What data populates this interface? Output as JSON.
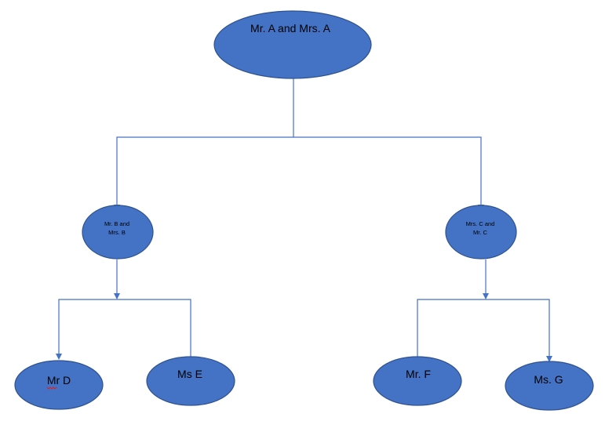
{
  "diagram": {
    "colors": {
      "node_fill": "#4472c4",
      "node_border": "#2f528f",
      "connector": "#4472c4",
      "label": "#000000"
    },
    "nodes": {
      "root": {
        "label": "Mr. A and Mrs. A"
      },
      "b": {
        "label_line1": "Mr. B and",
        "label_line2": "Mrs. B"
      },
      "c": {
        "label_line1": "Mrs. C and",
        "label_line2": "Mr. C"
      },
      "d": {
        "label": "Mr D"
      },
      "e": {
        "label": "Ms E"
      },
      "f": {
        "label": "Mr. F"
      },
      "g": {
        "label": "Ms. G"
      }
    }
  }
}
